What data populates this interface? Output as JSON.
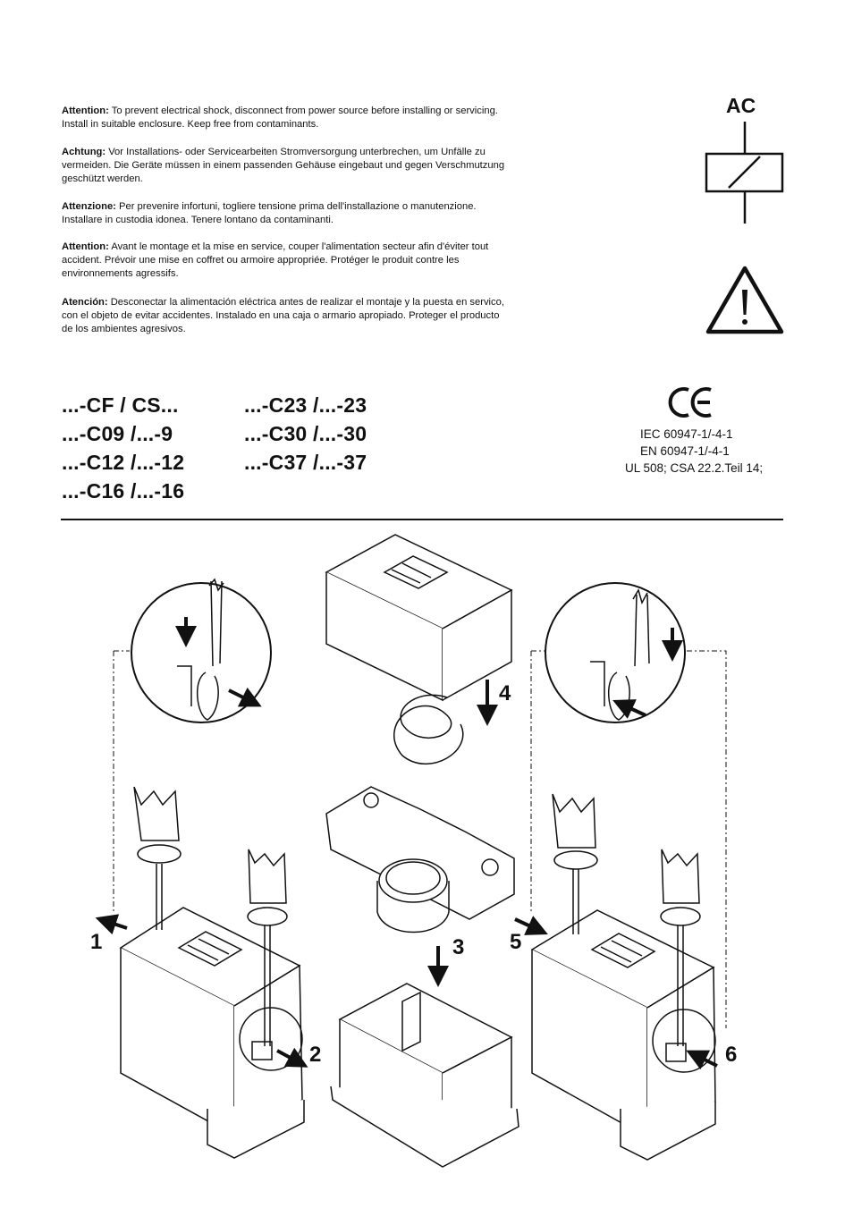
{
  "warnings": [
    {
      "lead": "Attention:",
      "text": "To prevent electrical shock, disconnect from power source before installing or servicing. Install in suitable enclosure. Keep free from contaminants."
    },
    {
      "lead": "Achtung:",
      "text": "Vor Installations- oder Servicearbeiten Stromversorgung unterbrechen, um Unfälle zu vermeiden. Die Geräte müssen in einem passenden Gehäuse eingebaut und gegen Verschmutzung geschützt werden."
    },
    {
      "lead": "Attenzione:",
      "text": "Per prevenire infortuni, togliere tensione prima dell'installazione o manutenzione. Installare in custodia idonea. Tenere lontano da contaminanti."
    },
    {
      "lead": "Attention:",
      "text": "Avant le montage et la mise en service, couper l'alimentation secteur afin d'éviter tout accident. Prévoir une mise en coffret ou armoire appropriée. Protéger le produit contre les environnements agressifs."
    },
    {
      "lead": "Atención:",
      "text": "Desconectar la alimentación eléctrica antes de realizar el montaje y la puesta en servico, con el objeto de evitar accidentes. Instalado en una caja o armario apropiado. Proteger el producto de los ambientes agresivos."
    }
  ],
  "symbols": {
    "coil_label": "AC",
    "warning_icon": "warning-triangle-icon",
    "ce_mark": "ce-mark-icon"
  },
  "models": {
    "col1": [
      "...-CF / CS...",
      "...-C09 /...-9",
      "...-C12 /...-12",
      "...-C16 /...-16"
    ],
    "col2": [
      "...-C23 /...-23",
      "...-C30 /...-30",
      "...-C37 /...-37"
    ]
  },
  "standards": [
    "IEC 60947-1/-4-1",
    "EN 60947-1/-4-1",
    "UL 508; CSA 22.2.Teil 14;"
  ],
  "steps": [
    "1",
    "2",
    "3",
    "4",
    "5",
    "6"
  ]
}
